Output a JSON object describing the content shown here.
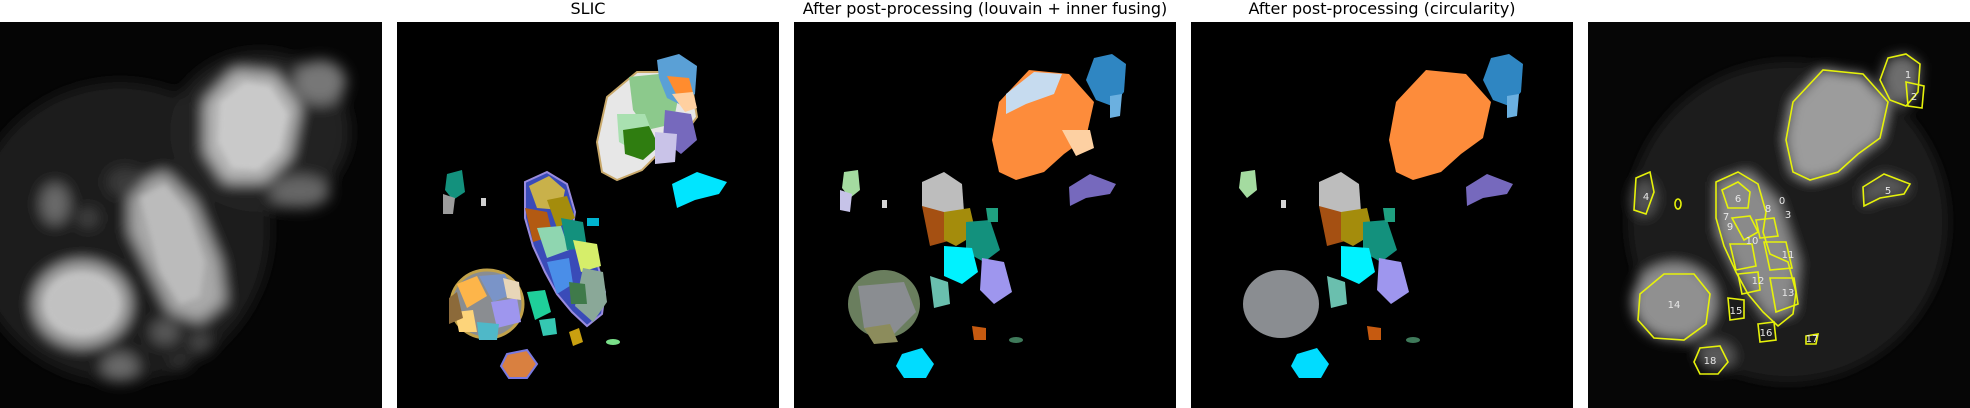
{
  "titles": {
    "slic": "SLIC",
    "louvain": "After post-processing (louvain + inner fusing)",
    "circularity": "After post-processing (circularity)"
  },
  "region_labels": [
    "0",
    "1",
    "2",
    "3",
    "4",
    "5",
    "6",
    "7",
    "8",
    "9",
    "10",
    "11",
    "12",
    "13",
    "14",
    "15",
    "16",
    "17",
    "18"
  ],
  "colors": {
    "outline": "#e6f20a",
    "orange": "#fd8c3b",
    "blue": "#2f86c2",
    "gray": "#8a8d91",
    "cyan": "#00e5ff",
    "olive": "#a48c0c",
    "teal": "#13917d",
    "lavender": "#9e96ee",
    "purple": "#7669bd"
  }
}
